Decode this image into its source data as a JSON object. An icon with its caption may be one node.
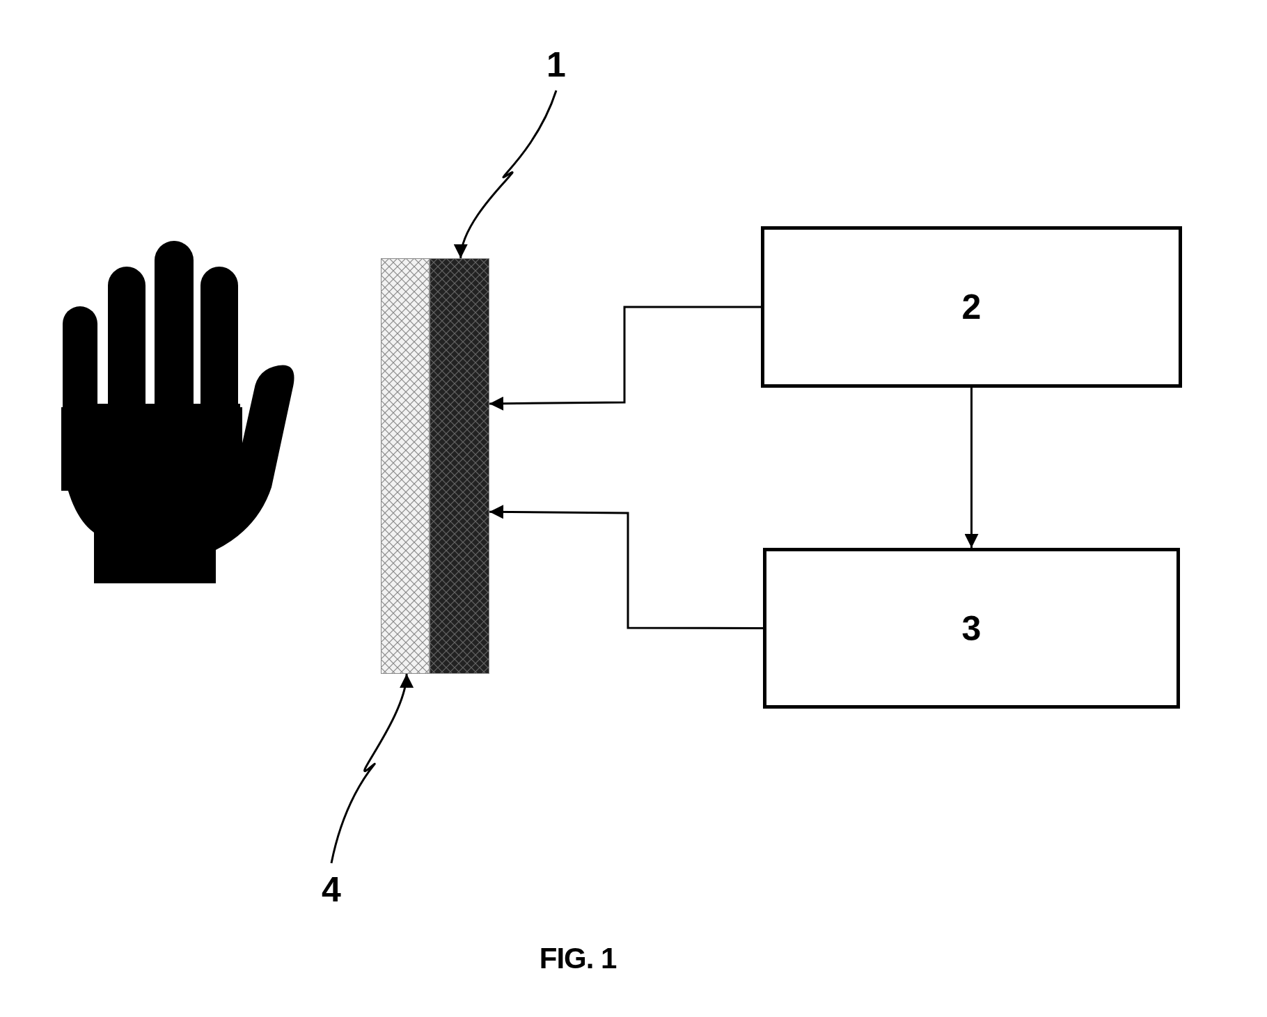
{
  "diagram": {
    "caption": "FIG. 1",
    "nodes": [
      {
        "text": [
          "1"
        ]
      },
      {
        "text": [],
        "shape": "box"
      },
      {
        "text": [],
        "shape": "box"
      },
      {
        "text": [
          "2"
        ]
      },
      {
        "text": [
          "3"
        ]
      },
      {
        "text": [
          "4"
        ]
      }
    ],
    "edges": [
      {
        "from": 0,
        "to": 2,
        "arrow": "to"
      },
      {
        "from": 5,
        "to": 1,
        "arrow": "to"
      },
      {
        "from": 3,
        "to": 2,
        "arrow": "to"
      },
      {
        "from": 4,
        "to": 2,
        "arrow": "to"
      },
      {
        "from": 3,
        "to": 4,
        "arrow": "to"
      }
    ]
  }
}
